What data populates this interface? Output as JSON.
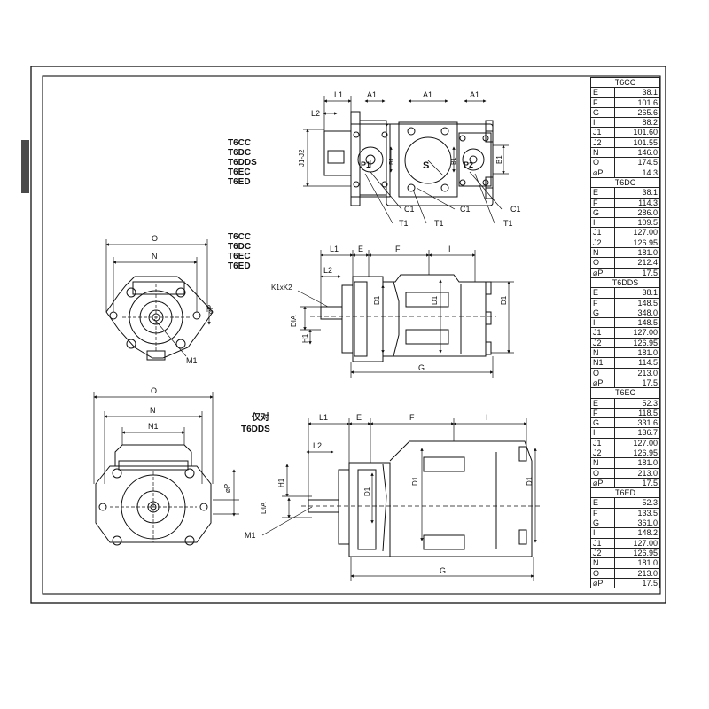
{
  "labels": {
    "models_top": [
      "T6CC",
      "T6DC",
      "T6DDS",
      "T6EC",
      "T6ED"
    ],
    "models_mid": [
      "T6CC",
      "T6DC",
      "T6EC",
      "T6ED"
    ],
    "only_label": "仅对",
    "only_model": "T6DDS",
    "top": {
      "L1": "L1",
      "A1": "A1",
      "L2": "L2",
      "J1J2": "J1-J2",
      "B1": "B1",
      "P1": "P1",
      "P2": "P2",
      "S": "S",
      "C1": "C1",
      "T1": "T1"
    },
    "mid": {
      "O": "O",
      "N": "N",
      "P": "⌀P",
      "M1": "M1",
      "L1": "L1",
      "E": "E",
      "F": "F",
      "I": "I",
      "L2": "L2",
      "K": "K1xK2",
      "D1": "D1",
      "DIA": "DIA",
      "H1": "H1",
      "G": "G"
    },
    "bot": {
      "O": "O",
      "N": "N",
      "N1": "N1",
      "P": "⌀P",
      "M1": "M1",
      "L1": "L1",
      "E": "E",
      "F": "F",
      "I": "I",
      "L2": "L2",
      "H1": "H1",
      "D1": "D1",
      "DIA": "DIA",
      "G": "G"
    }
  },
  "spec_table": [
    {
      "model": "T6CC",
      "rows": [
        [
          "E",
          "38.1"
        ],
        [
          "F",
          "101.6"
        ],
        [
          "G",
          "265.6"
        ],
        [
          "I",
          "88.2"
        ],
        [
          "J1",
          "101.60"
        ],
        [
          "J2",
          "101.55"
        ],
        [
          "N",
          "146.0"
        ],
        [
          "O",
          "174.5"
        ],
        [
          "⌀P",
          "14.3"
        ]
      ]
    },
    {
      "model": "T6DC",
      "rows": [
        [
          "E",
          "38.1"
        ],
        [
          "F",
          "114.3"
        ],
        [
          "G",
          "286.0"
        ],
        [
          "I",
          "109.5"
        ],
        [
          "J1",
          "127.00"
        ],
        [
          "J2",
          "126.95"
        ],
        [
          "N",
          "181.0"
        ],
        [
          "O",
          "212.4"
        ],
        [
          "⌀P",
          "17.5"
        ]
      ]
    },
    {
      "model": "T6DDS",
      "rows": [
        [
          "E",
          "38.1"
        ],
        [
          "F",
          "148.5"
        ],
        [
          "G",
          "348.0"
        ],
        [
          "I",
          "148.5"
        ],
        [
          "J1",
          "127.00"
        ],
        [
          "J2",
          "126.95"
        ],
        [
          "N",
          "181.0"
        ],
        [
          "N1",
          "114.5"
        ],
        [
          "O",
          "213.0"
        ],
        [
          "⌀P",
          "17.5"
        ]
      ]
    },
    {
      "model": "T6EC",
      "rows": [
        [
          "E",
          "52.3"
        ],
        [
          "F",
          "118.5"
        ],
        [
          "G",
          "331.6"
        ],
        [
          "I",
          "136.7"
        ],
        [
          "J1",
          "127.00"
        ],
        [
          "J2",
          "126.95"
        ],
        [
          "N",
          "181.0"
        ],
        [
          "O",
          "213.0"
        ],
        [
          "⌀P",
          "17.5"
        ]
      ]
    },
    {
      "model": "T6ED",
      "rows": [
        [
          "E",
          "52.3"
        ],
        [
          "F",
          "133.5"
        ],
        [
          "G",
          "361.0"
        ],
        [
          "I",
          "148.2"
        ],
        [
          "J1",
          "127.00"
        ],
        [
          "J2",
          "126.95"
        ],
        [
          "N",
          "181.0"
        ],
        [
          "O",
          "213.0"
        ],
        [
          "⌀P",
          "17.5"
        ]
      ]
    }
  ]
}
